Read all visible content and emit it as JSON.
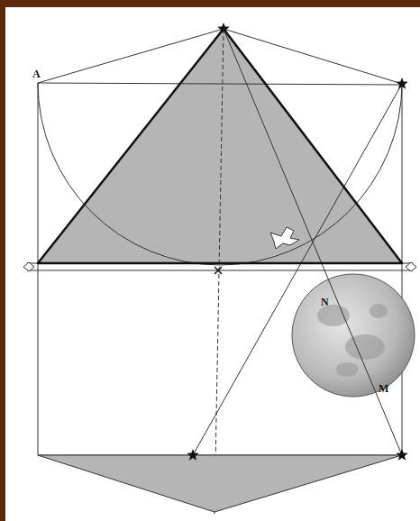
{
  "diagram": {
    "labels": [
      "A",
      "N",
      "M"
    ]
  }
}
